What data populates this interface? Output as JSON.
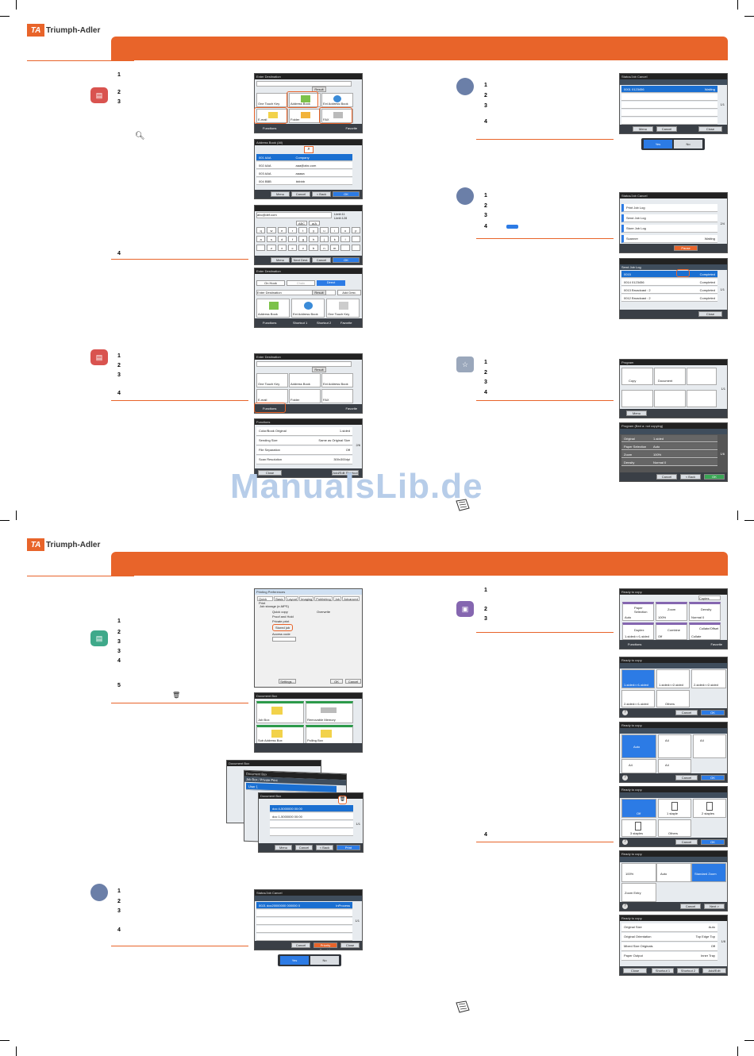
{
  "pages": [
    {
      "brand": {
        "mark": "TA",
        "name": "Triumph-Adler"
      }
    },
    {
      "brand": {
        "mark": "TA",
        "name": "Triumph-Adler"
      }
    }
  ],
  "watermark": "ManualsLib.de",
  "screens": {
    "send1": {
      "title": "Enter Destination",
      "tiles": [
        "One Touch Key",
        "Address Book",
        "Ext Address Book",
        "E-mail",
        "Folder",
        "FAX"
      ],
      "result": "Result",
      "footer": "Functions",
      "favorite": "Favorite"
    },
    "addr": {
      "title": "Address Book (All)",
      "rows": [
        {
          "no": "001",
          "name": "AAA",
          "mail": "Company"
        },
        {
          "no": "002",
          "name": "AAA",
          "mail": "aaa@abc.com"
        },
        {
          "no": "003",
          "name": "AAA",
          "mail": "aaaaa"
        },
        {
          "no": "004",
          "name": "BBB",
          "mail": "bbbbb"
        }
      ],
      "buttons": [
        "Menu",
        "Cancel",
        "< Back",
        "OK"
      ]
    },
    "kbd": {
      "field": "abc@def.com",
      "limit": "Limit:11 Limit:128",
      "rows": [
        [
          "q",
          "w",
          "e",
          "r",
          "t",
          "y",
          "u",
          "i",
          "o",
          "p"
        ],
        [
          "a",
          "s",
          "d",
          "f",
          "g",
          "h",
          "j",
          "k",
          "l"
        ],
        [
          "z",
          "x",
          "c",
          "v",
          "b",
          "n",
          "m"
        ]
      ],
      "mode": [
        "ABC",
        "a/A"
      ],
      "buttons": [
        "Menu",
        "Next Dest.",
        "Cancel",
        "OK"
      ]
    },
    "send2": {
      "title": "Enter Destination",
      "tabs": [
        "On Hook",
        "Chain",
        "Direct"
      ],
      "dest": "Enter Destination",
      "result": "Result",
      "add": "Add Dest.",
      "tiles": [
        "Address Book",
        "Ext Address Book",
        "One Touch Key"
      ],
      "footer": [
        "Functions",
        "Shortcut 1",
        "Shortcut 2",
        "Favorite"
      ]
    },
    "send3": {
      "title": "Enter Destination",
      "tiles": [
        "One Touch Key",
        "Address Book",
        "Ext Address Book",
        "E-mail",
        "Folder",
        "FAX"
      ],
      "result": "Result",
      "footer": "Functions",
      "favorite": "Favorite"
    },
    "func": {
      "title": "Functions",
      "rows": [
        {
          "k": "Color/Book Original",
          "v": "1-sided"
        },
        {
          "k": "Sending Size",
          "v": "Same as Original Size"
        },
        {
          "k": "File Separation",
          "v": "Off"
        },
        {
          "k": "Scan Resolution",
          "v": "300x300dpi"
        }
      ],
      "buttons": [
        "Close",
        "Add/Edit Shortcut"
      ],
      "page": "2/6"
    },
    "status1": {
      "title": "Status/Job Cancel",
      "rows": [
        {
          "no": "0001",
          "name": "0123456",
          "st": "Waiting"
        }
      ],
      "buttons": [
        "Menu",
        "Cancel",
        "Close"
      ],
      "page": "1/1"
    },
    "yesno": [
      "Yes",
      "No"
    ],
    "status2": {
      "title": "Status/Job Cancel",
      "items": [
        "Print Job Log",
        "Send Job Log",
        "Store Job Log",
        "Scanner"
      ],
      "state": "Waiting",
      "btn": "Pause",
      "page": "2/4"
    },
    "log": {
      "title": "Send Job Log",
      "rows": [
        {
          "no": "0015",
          "st": "Completed"
        },
        {
          "no": "0014",
          "name": "0123456",
          "st": "Completed"
        },
        {
          "no": "0013",
          "name": "Broadcast : 2",
          "st": "Completed"
        },
        {
          "no": "0012",
          "name": "Broadcast : 2",
          "st": "Completed"
        }
      ],
      "btn": "Close",
      "page": "1/1"
    },
    "progbtn": {
      "title": "Program",
      "tiles": [
        "Copy",
        "Document"
      ],
      "btn": "Menu",
      "page": "1/1"
    },
    "prog": {
      "title": "Program (Bed a: not copying)",
      "rows": [
        {
          "k": "Original",
          "v": "1-sided"
        },
        {
          "k": "Paper Selection",
          "v": "Auto"
        },
        {
          "k": "Zoom",
          "v": "100%"
        },
        {
          "k": "Density",
          "v": "Normal 0"
        }
      ],
      "buttons": [
        "Cancel",
        "< Back",
        "OK"
      ],
      "page": "1/6"
    },
    "printer": {
      "title": "Printing Preferences",
      "tabs": [
        "Quick Print",
        "Basic",
        "Layout",
        "Imaging",
        "Publishing",
        "Job",
        "Advanced"
      ],
      "opt": "Job storage (e-MPS)",
      "sub": [
        "Quick copy",
        "Proof and Hold",
        "Private print",
        "Stored job"
      ],
      "radio": "Overwrite",
      "code": "Access code",
      "btns": [
        "Settings...",
        "OK",
        "Cancel"
      ]
    },
    "docbox": {
      "title": "Document Box",
      "tiles": [
        "Job Box",
        "Removable Memory",
        "Sub Address Box",
        "Polling Box"
      ]
    },
    "stack": {
      "title": "Document Box",
      "sub": "Job Box / Private Print",
      "row": "User 1",
      "files": [
        "doc 4-5000000 00:00",
        "doc 1-5000000 00:00"
      ],
      "buttons": [
        "Menu",
        "Cancel",
        "< Back",
        "Print"
      ],
      "page": "1/1"
    },
    "status3": {
      "title": "Status/Job Cancel",
      "rows": [
        {
          "no": "0021",
          "name": "doc20000000 000000 0",
          "st": "InProcess"
        }
      ],
      "buttons": [
        "Cancel",
        "Priority Override",
        "Close"
      ],
      "page": "1/1"
    },
    "yesno2": [
      "Yes",
      "No"
    ],
    "copy1": {
      "title": "Ready to copy.",
      "copies": "Copies",
      "tiles": [
        "Paper Selection",
        "Zoom",
        "Density",
        "Duplex",
        "Combine",
        "Collate/Offset"
      ],
      "vals": [
        "Auto",
        "100%",
        "Normal 0",
        "1-sided>>1-sided",
        "Off",
        "Collate"
      ],
      "footer": "Functions",
      "favorite": "Favorite"
    },
    "copy2": {
      "title": "Ready to copy.",
      "tiles": [
        "1-sided>>1-sided",
        "1-sided>>2-sided",
        "2-sided>>2-sided",
        "2-sided>>1-sided",
        "Others"
      ],
      "buttons": [
        "Cancel",
        "OK"
      ]
    },
    "copy3": {
      "title": "Ready to copy.",
      "tiles": [
        "Auto",
        "A4",
        "A4",
        "A4",
        "A4"
      ],
      "buttons": [
        "Cancel",
        "OK"
      ]
    },
    "copy4": {
      "title": "Ready to copy.",
      "tiles": [
        "Off",
        "1 staple",
        "2 staples",
        "3 staples",
        "Others"
      ],
      "buttons": [
        "Cancel",
        "OK"
      ]
    },
    "copy5": {
      "title": "Ready to copy.",
      "tiles": [
        "100%",
        "Auto",
        "Standard Zoom",
        "Zoom Entry"
      ],
      "buttons": [
        "Cancel",
        "Next >"
      ]
    },
    "copy6": {
      "title": "Ready to copy.",
      "rows": [
        {
          "k": "Original Size",
          "v": "Auto"
        },
        {
          "k": "Original Orientation",
          "v": "Top Edge Top"
        },
        {
          "k": "Mixed Size Originals",
          "v": "Off"
        },
        {
          "k": "Paper Output",
          "v": "Inner Tray"
        }
      ],
      "buttons": [
        "Close",
        "Shortcut 1",
        "Shortcut 2",
        "Add/Edit Shortcut"
      ],
      "page": "1/8"
    }
  },
  "steps": [
    "1",
    "2",
    "3",
    "4",
    "5"
  ],
  "icons": {
    "send": "send-icon",
    "status": "status-job-cancel-icon",
    "program": "program-icon",
    "docbox": "document-box-icon",
    "copy": "copy-icon",
    "search": "search-icon",
    "trash": "trash-icon",
    "note": "note-icon"
  },
  "colors": {
    "accent": "#e8642a",
    "blue": "#2c7be5",
    "send": "#d9534f",
    "status": "#6b7fa8",
    "program": "#9aa7bb",
    "docbox": "#3fa98a",
    "copy": "#8566b0"
  }
}
